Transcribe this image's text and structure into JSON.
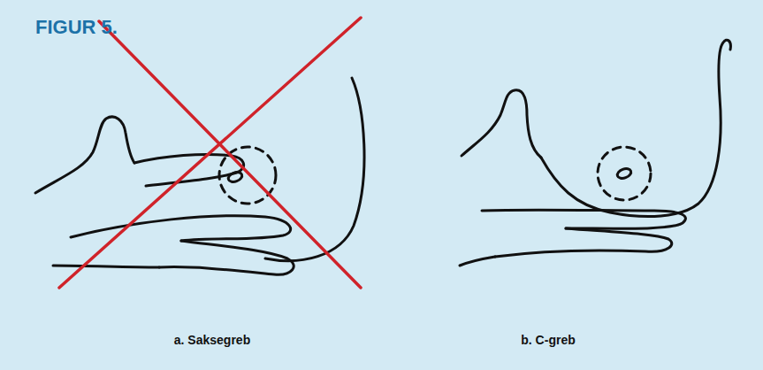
{
  "diagram": {
    "title": "FIGUR 5.",
    "labels": [
      "a. Saksegreb",
      "b. C-greb"
    ]
  }
}
